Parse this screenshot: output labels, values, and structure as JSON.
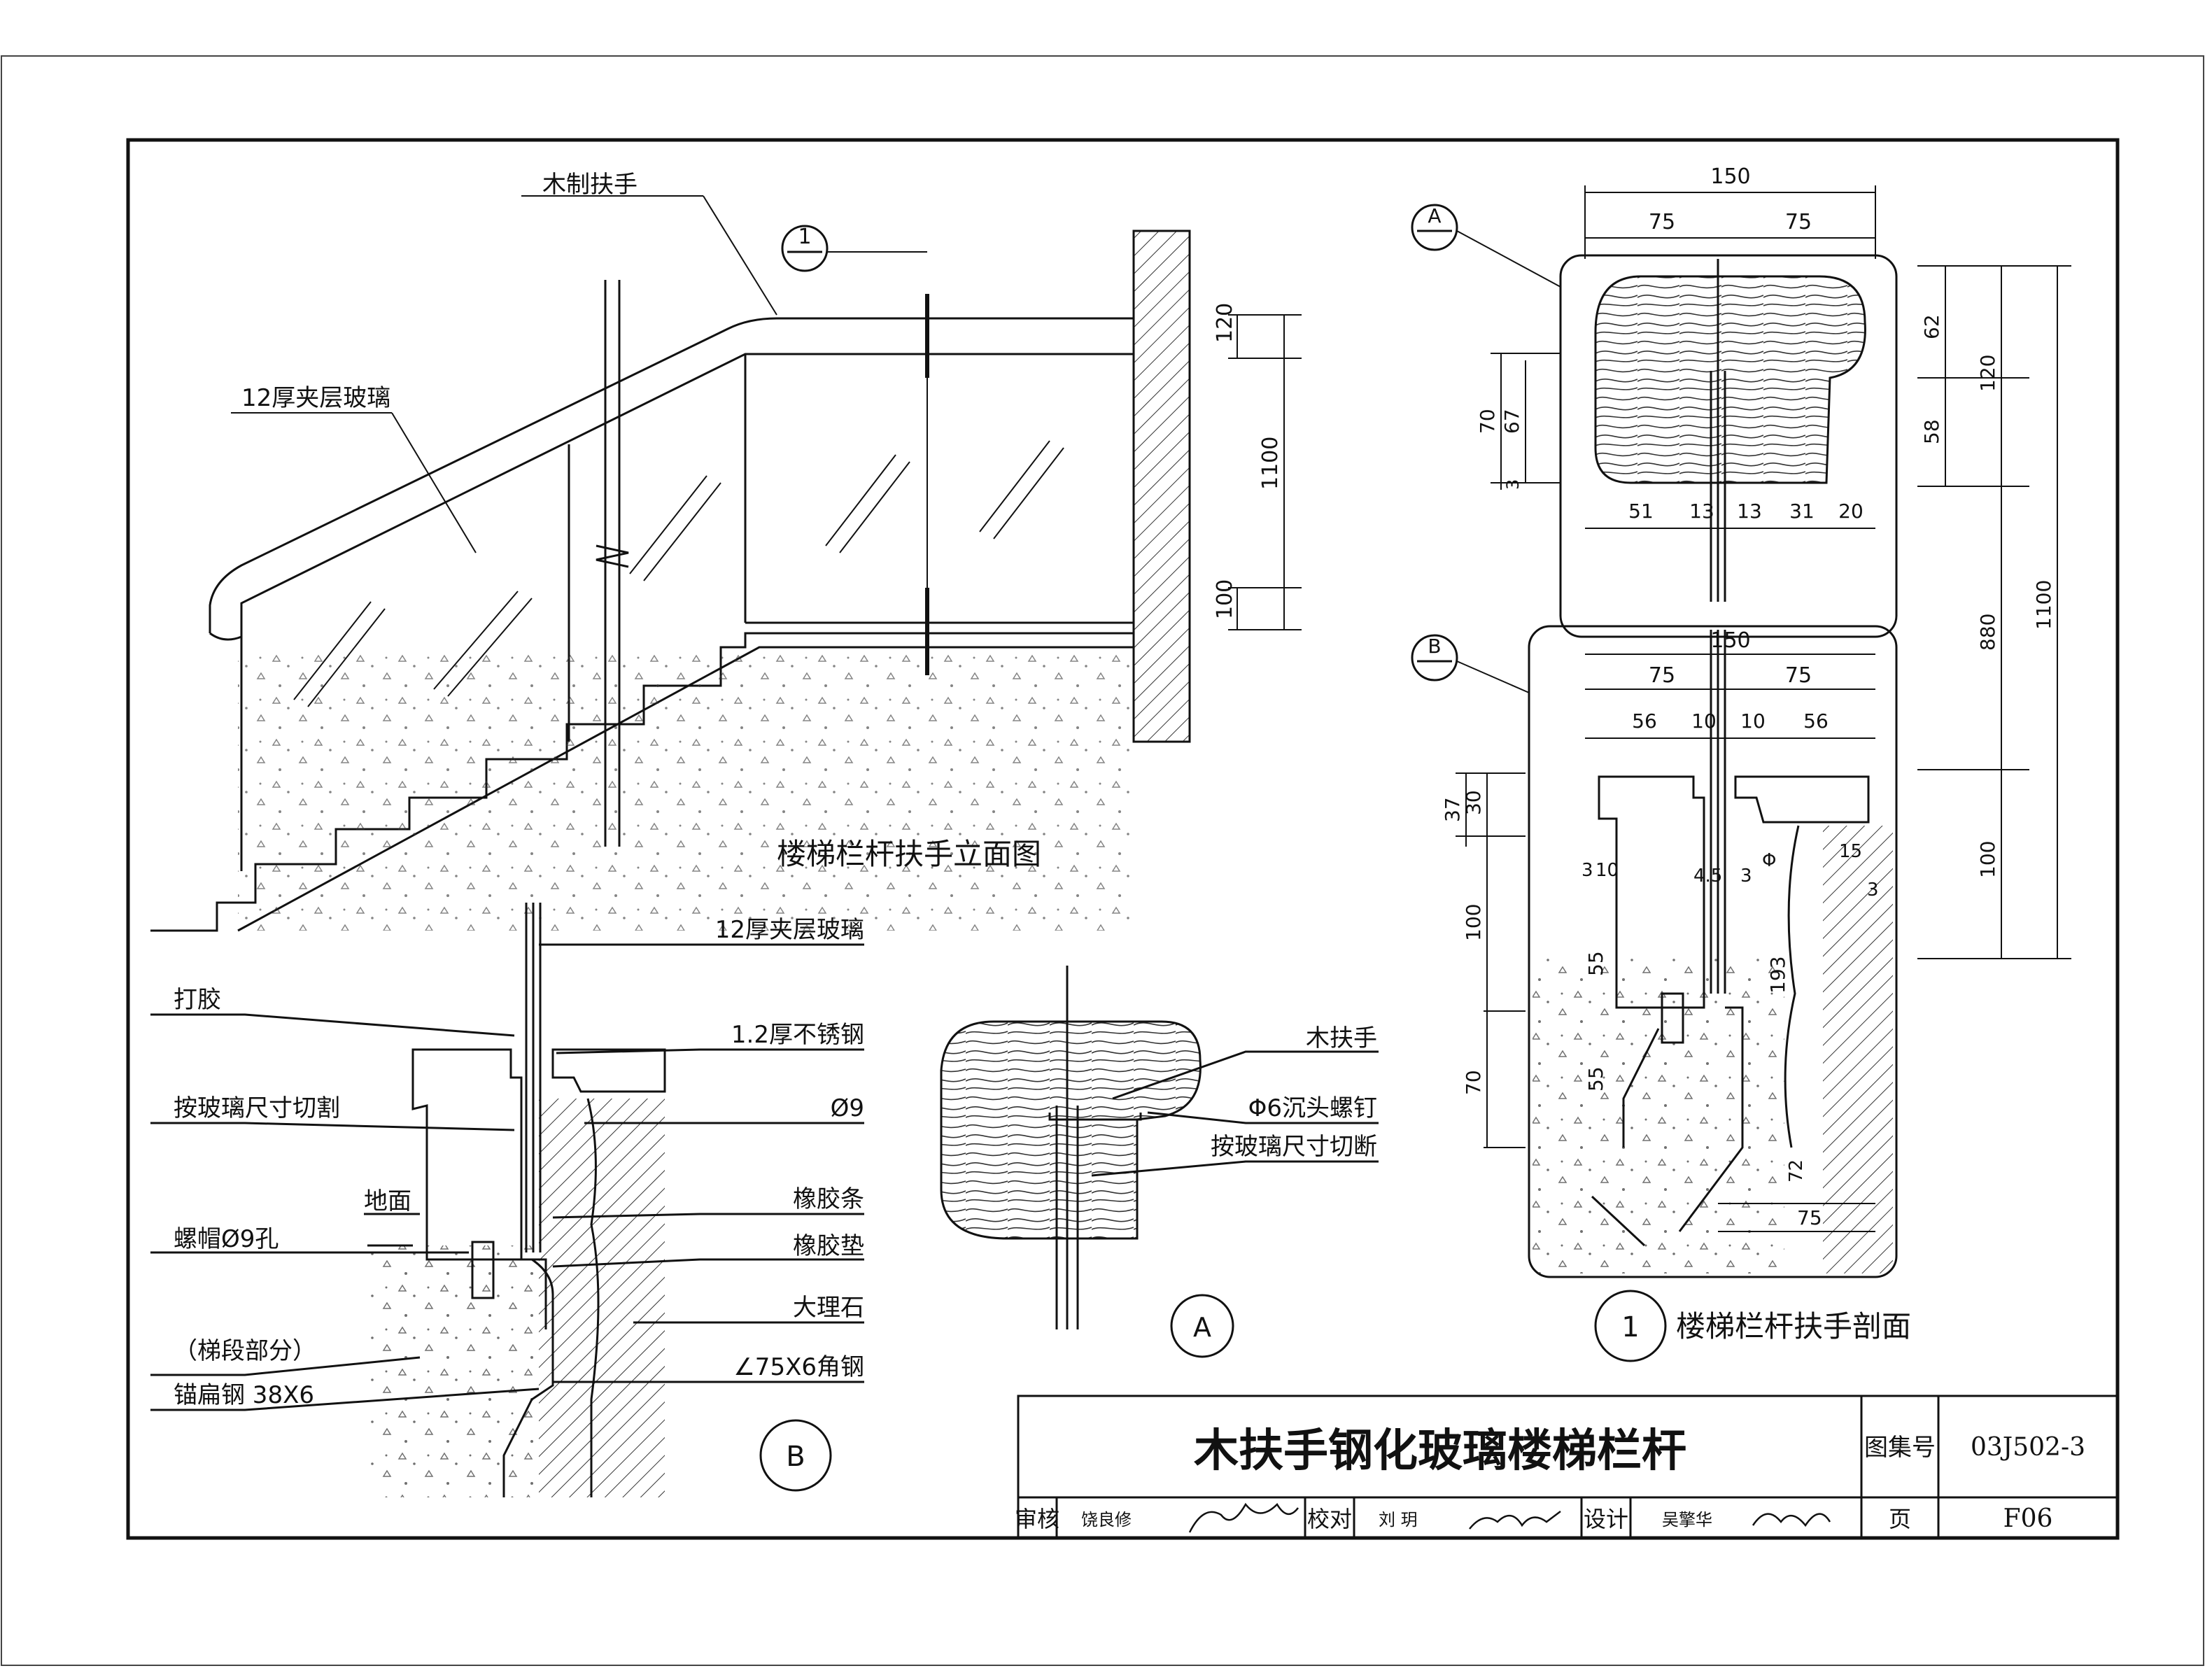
{
  "colors": {
    "line": "#111111",
    "paper": "#ffffff",
    "hatch": "#333333"
  },
  "elevation": {
    "title": "楼梯栏杆扶手立面图",
    "label_handrail": "木制扶手",
    "label_glass": "12厚夹层玻璃",
    "callout_num": "1",
    "dims": [
      "120",
      "1100",
      "100"
    ]
  },
  "detail_b": {
    "marker": "B",
    "labels_left": [
      "打胶",
      "按玻璃尺寸切割",
      "地面",
      "螺帽Ø9孔",
      "（梯段部分）",
      "锚扁钢 38X6"
    ],
    "labels_right": [
      "12厚夹层玻璃",
      "1.2厚不锈钢",
      "Ø9",
      "橡胶条",
      "橡胶垫",
      "大理石",
      "∠75X6角钢"
    ]
  },
  "detail_a": {
    "marker": "A",
    "labels": [
      "木扶手",
      "Φ6沉头螺钉",
      "按玻璃尺寸切断"
    ]
  },
  "section": {
    "title": "楼梯栏杆扶手剖面",
    "title_num": "1",
    "callout_a": "A",
    "callout_b": "B",
    "dims_top": [
      "150",
      "75",
      "75"
    ],
    "dims_a_left": [
      "70",
      "67",
      "3"
    ],
    "dims_a_bottom": [
      "51",
      "13",
      "13",
      "31",
      "20"
    ],
    "dims_right": [
      "62",
      "120",
      "58",
      "1100",
      "880",
      "100"
    ],
    "dims_b_top": [
      "150",
      "75",
      "75",
      "56",
      "10",
      "10",
      "56"
    ],
    "dims_b_left": [
      "37",
      "30",
      "100",
      "70",
      "55",
      "55"
    ],
    "dims_b_inner": [
      "3",
      "10",
      "4.5",
      "3",
      "Φ",
      "15",
      "3",
      "193",
      "72",
      "75"
    ]
  },
  "title_block": {
    "drawing_title": "木扶手钢化玻璃楼梯栏杆",
    "atlas_label": "图集号",
    "atlas_value": "03J502-3",
    "review_label": "审核",
    "review_name": "饶良修",
    "check_label": "校对",
    "check_name": "刘 玥",
    "design_label": "设计",
    "design_name": "吴擎华",
    "page_label": "页",
    "page_value": "F06"
  }
}
